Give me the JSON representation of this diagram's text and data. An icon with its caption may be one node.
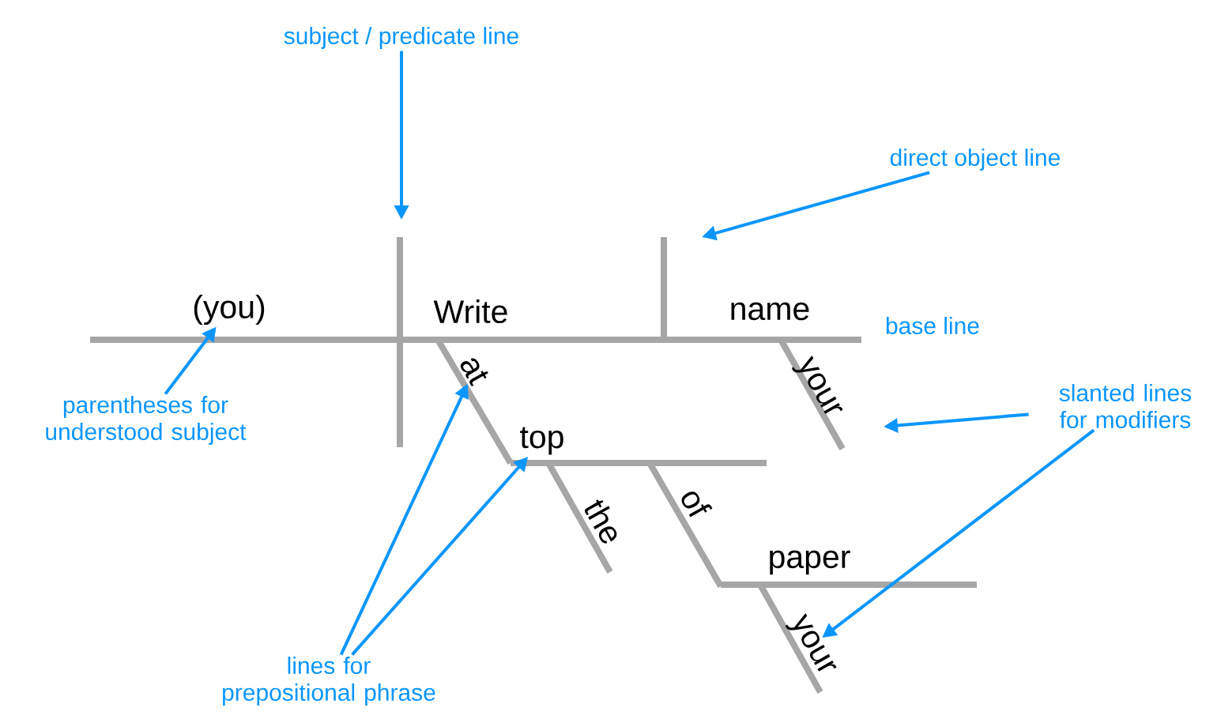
{
  "diagram": {
    "nodes": [
      {
        "text": [
          "subject / predicate line"
        ]
      },
      {
        "text": [
          "direct object line"
        ]
      },
      {
        "text": [
          "(you)"
        ]
      },
      {
        "text": [
          "parentheses for understood subject"
        ]
      },
      {
        "text": [
          "slanted lines for modifiers"
        ]
      },
      {
        "text": [
          "lines for prepositional phrase"
        ]
      },
      {
        "text": [
          "at"
        ]
      },
      {
        "text": [
          "top"
        ]
      },
      {
        "text": [
          "your"
        ]
      }
    ],
    "edges": [
      {
        "from": 0,
        "to": null,
        "arrow": "to"
      },
      {
        "from": 1,
        "to": null,
        "arrow": "to"
      },
      {
        "from": 3,
        "to": 2,
        "arrow": "to"
      },
      {
        "from": 4,
        "to": null,
        "arrow": "to"
      },
      {
        "from": 4,
        "to": 8,
        "arrow": "to"
      },
      {
        "from": 5,
        "to": 6,
        "arrow": "to"
      },
      {
        "from": 5,
        "to": 7,
        "arrow": "to"
      }
    ],
    "labels": [
      "Write",
      "name",
      "base line",
      "your",
      "the",
      "of",
      "paper"
    ]
  }
}
